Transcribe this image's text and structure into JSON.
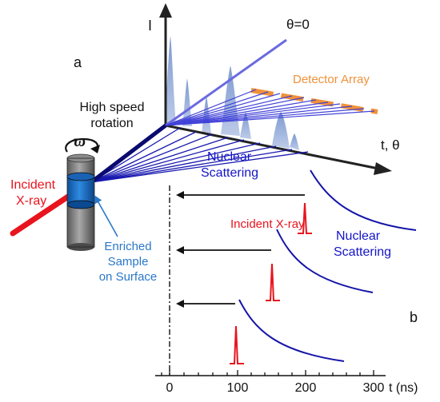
{
  "panel_a": {
    "panel_label": "a",
    "axis_intensity_label": "I",
    "axis_time_label": "t, θ",
    "theta_zero_label": "θ=0",
    "detector_label": "Detector Array",
    "rotation_label_line1": "High speed",
    "rotation_label_line2": "rotation",
    "omega_symbol": "ϖ",
    "incident_label_line1": "Incident",
    "incident_label_line2": "X-ray",
    "nuclear_label_line1": "Nuclear",
    "nuclear_label_line2": "Scattering",
    "sample_label_line1": "Enriched",
    "sample_label_line2": "Sample",
    "sample_label_line3": "on Surface"
  },
  "panel_b": {
    "panel_label": "b",
    "incident_label": "Incident X-ray",
    "nuclear_label_line1": "Nuclear",
    "nuclear_label_line2": "Scattering",
    "axis_ticks": [
      "0",
      "100",
      "200",
      "300"
    ],
    "axis_unit_label": "t (ns)"
  },
  "colors": {
    "incident_red": "#e8141e",
    "nuclear_blue": "#1414a8",
    "detector_orange": "#f0913a",
    "sample_blue": "#1d6fc4",
    "label_blue": "#2a78c8",
    "peak_fill": "#8fa8d8"
  }
}
